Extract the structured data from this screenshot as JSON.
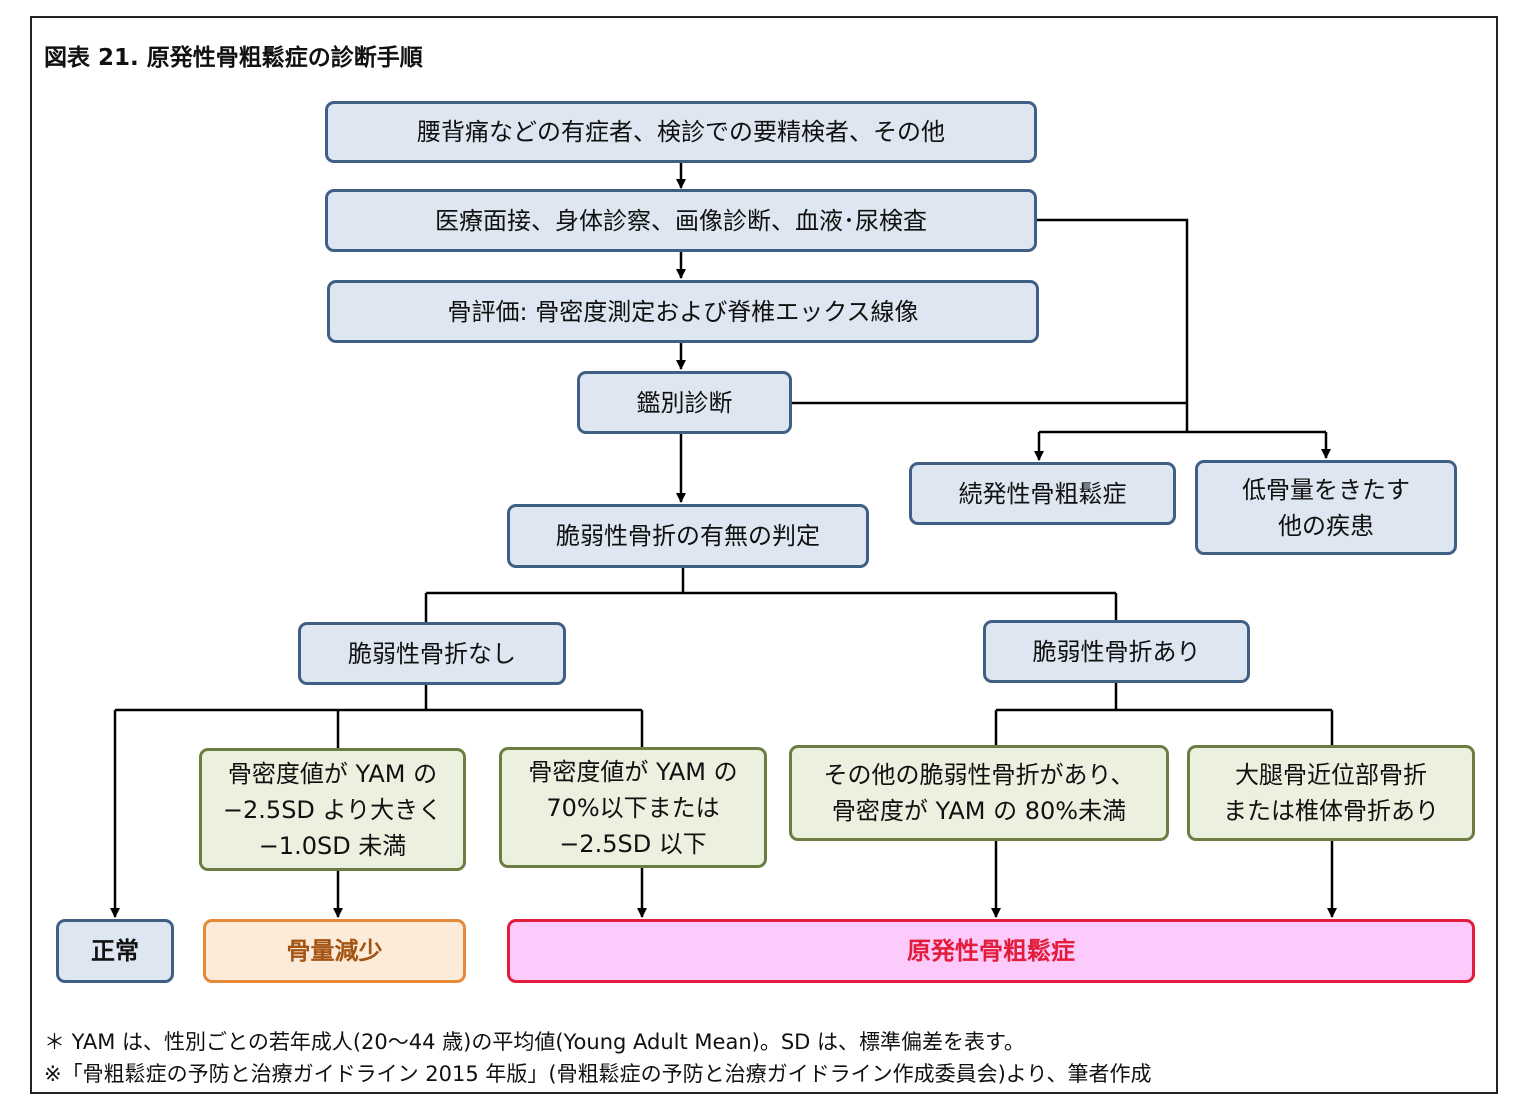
{
  "title": "図表 21. 原発性骨粗鬆症の診断手順",
  "nodes": {
    "symptomatic": [
      "腰背痛などの有症者、検診での要精検者、その他"
    ],
    "exam": [
      "医療面接、身体診察、画像診断、血液･尿検査"
    ],
    "bone_eval": [
      "骨評価: 骨密度測定および脊椎エックス線像"
    ],
    "differential": [
      "鑑別診断"
    ],
    "secondary": [
      "続発性骨粗鬆症"
    ],
    "other_disease": [
      "低骨量をきたす",
      "他の疾患"
    ],
    "fragility_judgement": [
      "脆弱性骨折の有無の判定"
    ],
    "no_fracture": [
      "脆弱性骨折なし"
    ],
    "with_fracture": [
      "脆弱性骨折あり"
    ],
    "bmd_between": [
      "骨密度値が YAM の",
      "−2.5SD より大きく",
      "−1.0SD 未満"
    ],
    "bmd_low": [
      "骨密度値が YAM の",
      "70%以下または",
      "−2.5SD 以下"
    ],
    "other_fracture": [
      "その他の脆弱性骨折があり、",
      "骨密度が YAM の 80%未満"
    ],
    "femur_fracture": [
      "大腿骨近位部骨折",
      "または椎体骨折あり"
    ]
  },
  "results": {
    "normal": "正常",
    "osteopenia": "骨量減少",
    "osteoporosis": "原発性骨粗鬆症"
  },
  "notes": [
    "＊ YAM は、性別ごとの若年成人(20〜44 歳)の平均値(Young Adult Mean)。SD は、標準偏差を表す。",
    "※「骨粗鬆症の予防と治療ガイドライン 2015 年版」(骨粗鬆症の予防と治療ガイドライン作成委員会)より、筆者作成"
  ],
  "colors": {
    "process_fill": "#dde6f1",
    "process_border": "#3f5f85",
    "criteria_fill": "#ebf0df",
    "criteria_border": "#6b7d43",
    "osteopenia_fill": "#fdebd9",
    "osteopenia_border": "#e68a3a",
    "osteoporosis_fill": "#fdcbfb",
    "osteoporosis_border": "#e21c3a"
  }
}
